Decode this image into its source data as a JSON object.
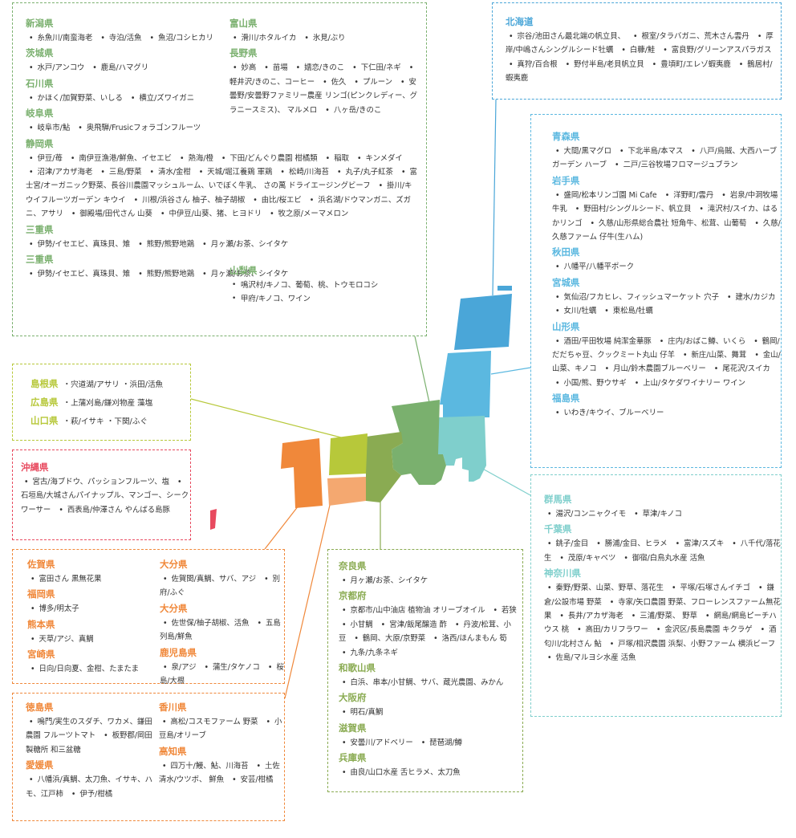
{
  "colors": {
    "chubu": "#7ab06e",
    "hokkaido": "#4aa6d8",
    "tohoku": "#5bb8e0",
    "kanto": "#7fcfcc",
    "chugoku": "#b7c83a",
    "okinawa": "#e84a5f",
    "kyushu": "#f0883a",
    "shikoku": "#f4a870",
    "kinki": "#8aab52"
  },
  "chubu_left": [
    {
      "pref": "新潟県",
      "items": [
        "糸魚川/南蛮海老",
        "寺泊/活魚",
        "魚沼/コシヒカリ"
      ]
    },
    {
      "pref": "茨城県",
      "items": [
        "水戸/アンコウ",
        "鹿島/ハマグリ"
      ]
    },
    {
      "pref": "石川県",
      "items": [
        "かほく/加賀野菜、いしる",
        "横立/ズワイガニ"
      ]
    },
    {
      "pref": "岐阜県",
      "items": [
        "岐阜市/鮎",
        "奥飛騨/Frusicフォラゴンフルーツ"
      ]
    },
    {
      "pref": "静岡県",
      "items": [
        "伊豆/苺",
        "南伊豆漁港/鮮魚、イセエビ",
        "熱海/橙",
        "下田/どんぐり農園 柑橘類",
        "稲取",
        "キンメダイ",
        "沼津/アカザ海老",
        "三島/野菜",
        "清水/金柑",
        "天城/堀江養鶏 軍鶏",
        "松崎/川海苔",
        "丸子/丸子紅茶",
        "富士宮/オーガニック野菜、長谷川農園マッシュルーム、いでぼく牛乳、 さの萬 ドライエージングビーフ",
        "掛川/キウイフルーツガーデン キウイ",
        "川根/浜谷さん 柚子、柚子胡椒",
        "由比/桜エビ",
        "浜名湖/ドウマンガニ、ズガニ、アサリ",
        "御殿場/田代さん 山葵",
        "中伊豆/山葵、猪、ヒヨドリ",
        "牧之原/メーマメロン"
      ]
    },
    {
      "pref": "三重県",
      "items": [
        "伊勢/イセエビ、真珠貝、雉",
        "熊野/熊野地鶏",
        "月ヶ瀬/お茶、シイタケ"
      ]
    },
    {
      "pref": "三重県",
      "items": [
        "伊勢/イセエビ、真珠貝、雉",
        "熊野/熊野地鶏",
        "月ヶ瀬/お茶、シイタケ"
      ]
    }
  ],
  "chubu_right": [
    {
      "pref": "富山県",
      "items": [
        "滑川/ホタルイカ",
        "氷見/ぶり"
      ]
    },
    {
      "pref": "長野県",
      "items": [
        "妙高",
        "苗場",
        "嬬恋/きのこ",
        "下仁田/ネギ",
        "軽井沢/きのこ、コーヒー",
        "佐久",
        "プルーン",
        "安曇野/安曇野ファミリー農産 リンゴ(ピンクレディー、グラニースミス)、 マルメロ",
        "八ヶ岳/きのこ"
      ]
    }
  ],
  "yamanashi": {
    "pref": "山梨県",
    "items": [
      "鳴沢村/キノコ、葡萄、桃、トウモロコシ",
      "甲府/キノコ、ワイン"
    ]
  },
  "hokkaido": [
    {
      "pref": "北海道",
      "items": [
        "宗谷/池田さん最北端の帆立貝、",
        "根室/タラバガニ、荒木さん雲丹",
        "厚岸/中嶋さんシングルシード牡蠣",
        "白糠/鮭",
        "富良野/グリーンアスパラガス",
        "真狩/百合根",
        "野付半島/老貝帆立貝",
        "豊頃町/エレゾ蝦夷鹿",
        "鶴居村/蝦夷鹿"
      ]
    }
  ],
  "tohoku": [
    {
      "pref": "青森県",
      "items": [
        "大間/黒マグロ",
        "下北半島/本マス",
        "八戸/烏賊、大西ハーブガーデン ハーブ",
        "二戸/三谷牧場フロマージュブラン"
      ]
    },
    {
      "pref": "岩手県",
      "items": [
        "盛岡/松本リンゴ園 Mi Cafe",
        "洋野町/雲丹",
        "岩泉/中洞牧場牛乳",
        "野田村/シングルシード、帆立貝",
        "滝沢村/スイカ、はるかリンゴ",
        "久慈/山形県総合農社 短角牛、松茸、山葡萄",
        "久慈/久慈ファーム 仔牛(生ハム)"
      ]
    },
    {
      "pref": "秋田県",
      "items": [
        "八幡平/八幡平ポーク"
      ]
    },
    {
      "pref": "宮城県",
      "items": [
        "気仙沼/フカヒレ、フィッシュマーケット 穴子",
        "建水/カジカ",
        "女川/牡蠣",
        "東松島/牡蠣"
      ]
    },
    {
      "pref": "山形県",
      "items": [
        "酒田/平田牧場 純潔金華豚",
        "庄内/おばこ鱒、いくら",
        "鶴岡/だだちゃ豆、クックミート丸山 仔羊",
        "新庄/山菜、舞茸",
        "金山/山菜、キノコ",
        "月山/鈴木農園ブルーベリー",
        "尾花沢/スイカ",
        "小国/熊、野ウサギ",
        "上山/タケダワイナリー ワイン"
      ]
    },
    {
      "pref": "福島県",
      "items": [
        "いわき/キウイ、ブルーベリー"
      ]
    }
  ],
  "kanto": [
    {
      "pref": "群馬県",
      "items": [
        "湯沢/コンニャクイモ",
        "草津/キノコ"
      ]
    },
    {
      "pref": "千葉県",
      "items": [
        "銚子/金目",
        "勝浦/金目、ヒラメ",
        "富津/スズキ",
        "八千代/落花生",
        "茂原/キャベツ",
        "御宿/白鳥丸水産 活魚"
      ]
    },
    {
      "pref": "神奈川県",
      "items": [
        "秦野/野菜、山菜、野草、落花生",
        "平塚/石塚さんイチゴ",
        "鎌倉/公設市場 野菜",
        "寺家/矢口農園 野菜、フローレンスファーム無花果",
        "長井/アカザ海老",
        "三浦/野菜、 野草",
        "網島/網島ピーチハウス 桃",
        "高田/カリフラワー",
        "金沢区/長島農園 キクラゲ",
        "酒匂川/北村さん 鮎",
        "戸塚/相沢農園 浜梨、小野ファーム 横浜ビーフ",
        "佐島/マルヨシ水産 活魚"
      ]
    }
  ],
  "chugoku": [
    {
      "pref": "島根県",
      "text": "・宍道湖/アサリ ・浜田/活魚"
    },
    {
      "pref": "広島県",
      "text": "・上蒲刈島/鎌刈物産 藻塩"
    },
    {
      "pref": "山口県",
      "text": "・萩/イサキ ・下関/ふぐ"
    }
  ],
  "okinawa": [
    {
      "pref": "沖縄県",
      "items": [
        "宮古/海ブドウ、パッションフルーツ、塩",
        "石垣島/大城さんパイナップル、マンゴー、シークワーサー",
        "西表島/仲澤さん やんばる島豚"
      ]
    }
  ],
  "kyushu_left": [
    {
      "pref": "佐賀県",
      "items": [
        "富田さん 黒無花果"
      ]
    },
    {
      "pref": "福岡県",
      "items": [
        "博多/明太子"
      ]
    },
    {
      "pref": "熊本県",
      "items": [
        "天草/アジ、真鯛"
      ]
    },
    {
      "pref": "宮崎県",
      "items": [
        "日向/日向夏、金柑、たまたま"
      ]
    }
  ],
  "kyushu_right": [
    {
      "pref": "大分県",
      "items": [
        "佐賀関/真鯛、サバ、アジ",
        "別府/ふぐ"
      ]
    },
    {
      "pref": "大分県",
      "items": [
        "佐世保/柚子胡椒、活魚",
        "五島列島/鮮魚"
      ]
    },
    {
      "pref": "鹿児島県",
      "items": [
        "泉/アジ",
        "蒲生/タケノコ",
        "桜島/大根"
      ]
    }
  ],
  "shikoku_left": [
    {
      "pref": "徳島県",
      "items": [
        "鳴門/実生のスダチ、ワカメ、鎌田農園 フルーツトマト",
        "板野郡/岡田製糖所 和三盆糖"
      ]
    },
    {
      "pref": "愛媛県",
      "items": [
        "八幡浜/真鯛、太刀魚、イサキ、ハモ、江戸柿",
        "伊予/柑橘"
      ]
    }
  ],
  "shikoku_right": [
    {
      "pref": "香川県",
      "items": [
        "高松/コスモファーム 野菜",
        "小豆島/オリーブ"
      ]
    },
    {
      "pref": "高知県",
      "items": [
        "四万十/鰻、鮎、川海苔",
        "土佐清水/ウツボ、 鮮魚",
        "安芸/柑橘"
      ]
    }
  ],
  "kinki": [
    {
      "pref": "奈良県",
      "items": [
        "月ヶ瀬/お茶、シイタケ"
      ]
    },
    {
      "pref": "京都府",
      "items": [
        "京都市/山中油店 植物油 オリーブオイル",
        "若狭",
        "小甘鯛",
        "宮津/飯尾醸造 酢",
        "丹波/松茸、小豆",
        "鶴岡、大原/京野菜",
        "洛西/ほんまもん 筍",
        "九条/九条ネギ"
      ]
    },
    {
      "pref": "和歌山県",
      "items": [
        "白浜、串本/小甘鯛、サバ、蔵光農園、みかん"
      ]
    },
    {
      "pref": "大阪府",
      "items": [
        "明石/真鯛"
      ]
    },
    {
      "pref": "滋賀県",
      "items": [
        "安曇川/アドベリー",
        "琵琶湖/鱒"
      ]
    },
    {
      "pref": "兵庫県",
      "items": [
        "由良/山口水産 舌ヒラメ、太刀魚"
      ]
    }
  ]
}
